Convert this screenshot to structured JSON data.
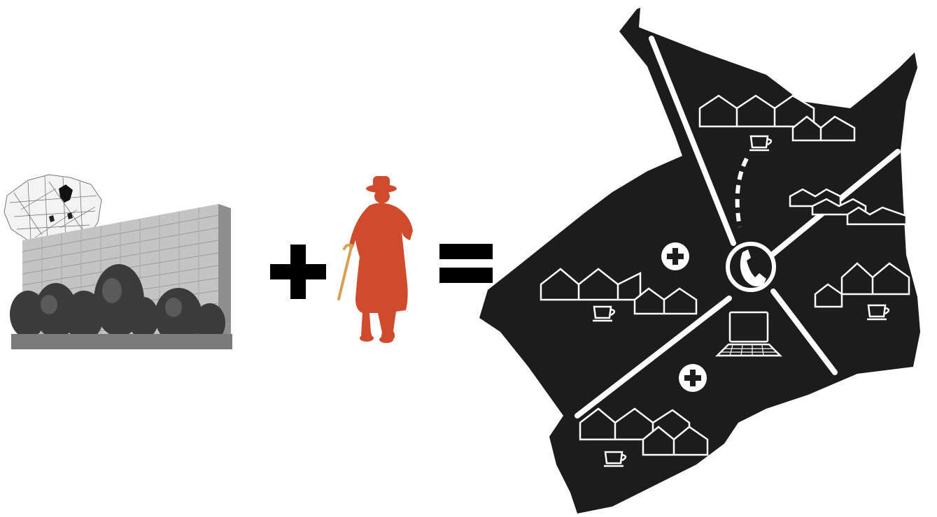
{
  "equation": {
    "operands": [
      "highrise-housing-estate",
      "elderly-person"
    ],
    "operators": [
      "plus",
      "equals"
    ],
    "result": "neighbourhood-services-map"
  },
  "colors": {
    "background": "#ffffff",
    "operator": "#000000",
    "elder_figure": "#d04a2c",
    "map_fill": "#1c1c1c",
    "map_lines": "#ffffff",
    "building_facade": "#b9b9b9",
    "trees": "#3b3b3b"
  },
  "map_icons": [
    "house-cluster-icon",
    "cafe-cup-icon",
    "medical-cross-icon",
    "telephone-hub-icon",
    "laptop-icon"
  ]
}
